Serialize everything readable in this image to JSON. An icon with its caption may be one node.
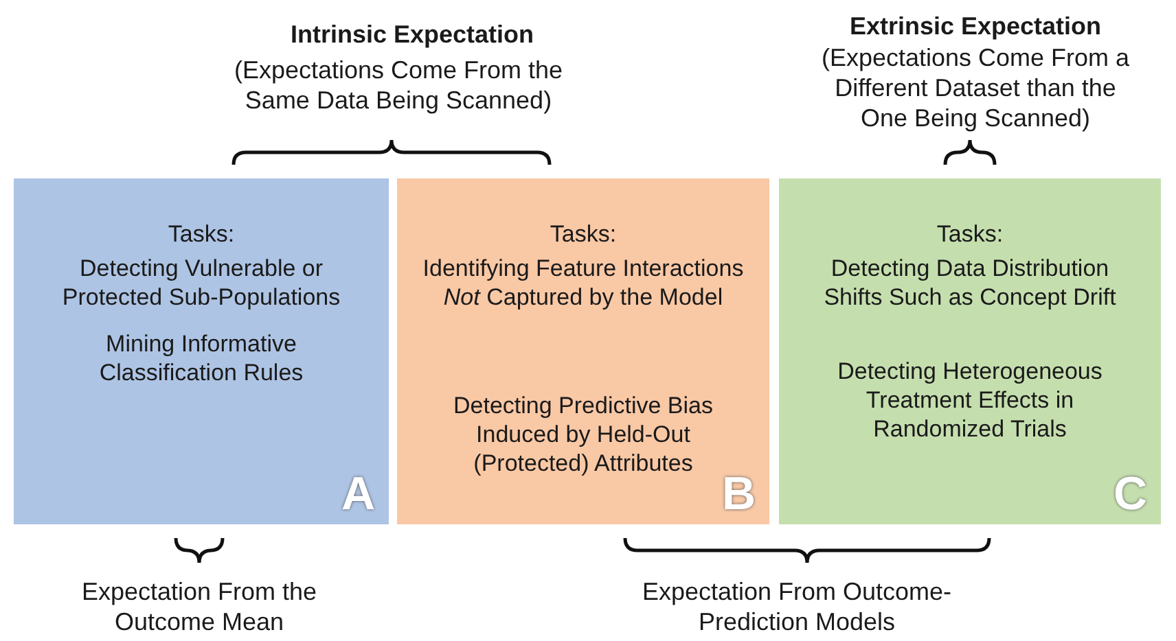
{
  "diagram": {
    "nodes": [
      {
        "text": [
          "Tasks:",
          "Detecting Vulnerable or Protected Sub-Populations",
          "Mining Informative Classification Rules",
          "A"
        ]
      },
      {
        "text": [
          "Tasks:",
          "Identifying Feature Interactions *Not* Captured by the Model",
          "Detecting Predictive Bias Induced by Held-Out (Protected) Attributes",
          "B"
        ]
      },
      {
        "text": [
          "Tasks:",
          "Detecting Data Distribution Shifts Such as Concept Drift",
          "Detecting Heterogeneous Treatment Effects in Randomized Trials",
          "C"
        ]
      }
    ],
    "edges": [],
    "labels": [
      "Intrinsic Expectation",
      "(Expectations Come From the Same Data Being Scanned)",
      "Extrinsic Expectation",
      "(Expectations Come From a Different Dataset than the One Being Scanned)",
      "Expectation From the Outcome Mean",
      "Expectation From Outcome-Prediction Models"
    ]
  }
}
